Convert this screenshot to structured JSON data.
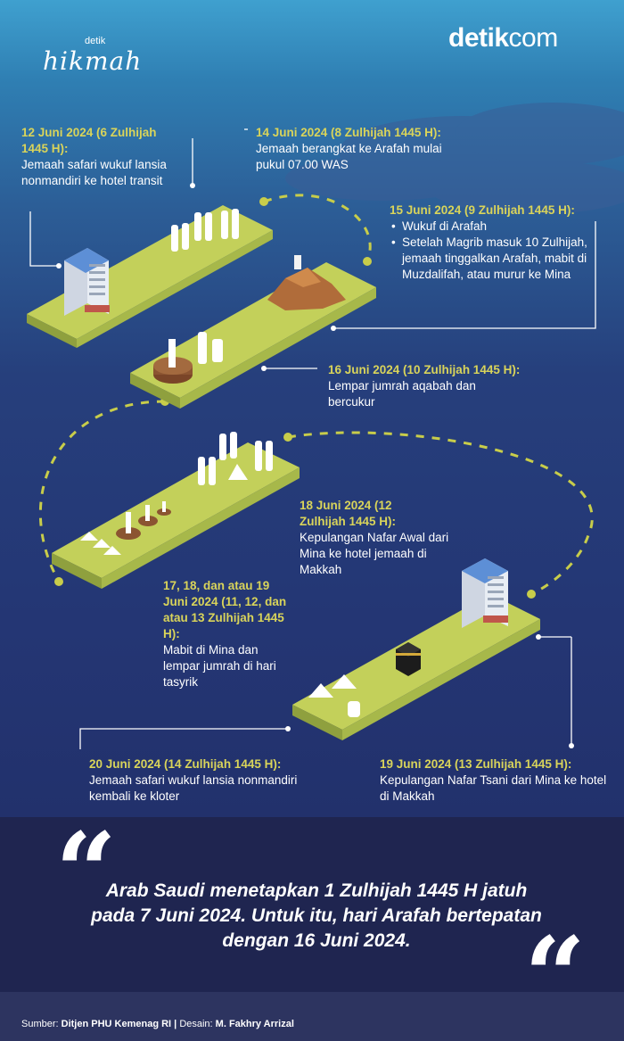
{
  "brand": {
    "detik_small": "detik",
    "hikmah": "hikmah",
    "detikcom_a": "detik",
    "detikcom_b": "com"
  },
  "timeline": [
    {
      "date": "12 Juni 2024 (6 Zulhijah 1445 H):",
      "text": "Jemaah safari wukuf lansia nonmandiri ke hotel transit"
    },
    {
      "date": "14 Juni 2024 (8 Zulhijah 1445 H):",
      "text": "Jemaah berangkat ke Arafah mulai pukul 07.00 WAS"
    },
    {
      "date": "15 Juni 2024 (9 Zulhijah 1445 H):",
      "bullets": [
        "Wukuf di Arafah",
        "Setelah Magrib masuk 10 Zulhijah, jemaah tinggalkan Arafah, mabit di Muzdalifah, atau murur ke Mina"
      ]
    },
    {
      "date": "16 Juni 2024 (10 Zulhijah 1445 H):",
      "text": "Lempar jumrah aqabah dan bercukur"
    },
    {
      "date": "18 Juni 2024 (12 Zulhijah 1445 H):",
      "text": "Kepulangan Nafar Awal dari Mina ke hotel jemaah di Makkah"
    },
    {
      "date": "17, 18, dan atau 19 Juni 2024 (11, 12, dan atau 13 Zulhijah 1445 H):",
      "text": "Mabit di Mina dan lempar jumrah di hari tasyrik"
    },
    {
      "date": "20 Juni 2024 (14 Zulhijah 1445 H):",
      "text": "Jemaah safari wukuf lansia nonmandiri kembali ke kloter"
    },
    {
      "date": "19 Juni 2024 (13 Zulhijah 1445 H):",
      "text": "Kepulangan Nafar Tsani dari Mina ke hotel di Makkah"
    }
  ],
  "quote": "Arab Saudi menetapkan 1 Zulhijah 1445 H jatuh pada 7 Juni 2024. Untuk itu, hari Arafah bertepatan dengan 16 Juni 2024.",
  "credit": {
    "source_label": "Sumber:",
    "source": "Ditjen PHU Kemenag RI",
    "sep": "|",
    "design_label": "Desain:",
    "designer": "M. Fakhry Arrizal"
  },
  "colors": {
    "accent": "#d9d45a",
    "platform_top": "#c3d05a",
    "platform_side": "#8fa03e",
    "quote_bg": "#1f2550"
  }
}
